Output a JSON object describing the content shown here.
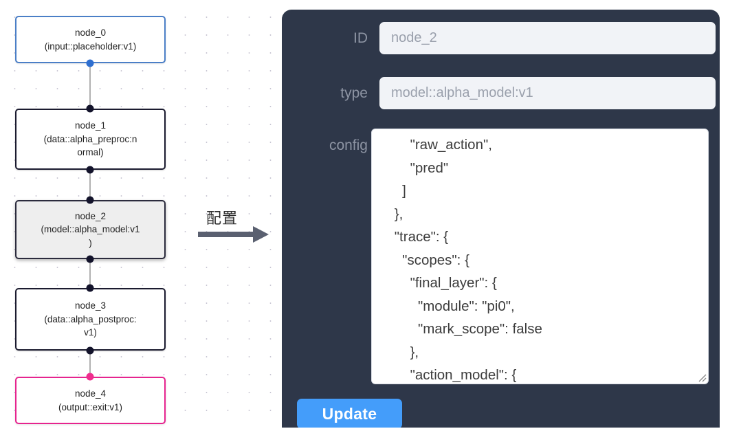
{
  "canvas": {
    "background_color": "#ffffff",
    "dot_color": "#c9c7d4"
  },
  "graph": {
    "nodes": [
      {
        "id": "node_0",
        "label": "node_0\n(input::placeholder:v1)",
        "title": "node_0",
        "type": "input::placeholder:v1",
        "state": "input",
        "border_color": "#4b7fc7",
        "handle_color": "#2f6fd0"
      },
      {
        "id": "node_1",
        "label": "node_1\n(data::alpha_preproc:n\normal)",
        "title": "node_1",
        "type": "data::alpha_preproc:normal",
        "state": "default",
        "border_color": "#1b1b2f",
        "handle_color": "#13132b"
      },
      {
        "id": "node_2",
        "label": "node_2\n(model::alpha_model:v1\n)",
        "title": "node_2",
        "type": "model::alpha_model:v1",
        "state": "selected",
        "border_color": "#2b2b3d",
        "handle_color": "#13132b"
      },
      {
        "id": "node_3",
        "label": "node_3\n(data::alpha_postproc:\nv1)",
        "title": "node_3",
        "type": "data::alpha_postproc:v1",
        "state": "default",
        "border_color": "#1b1b2f",
        "handle_color": "#13132b"
      },
      {
        "id": "node_4",
        "label": "node_4\n(output::exit:v1)",
        "title": "node_4",
        "type": "output::exit:v1",
        "state": "output",
        "border_color": "#e6248f",
        "handle_color": "#ef2d8e"
      }
    ],
    "edges": [
      {
        "from": "node_0",
        "to": "node_1"
      },
      {
        "from": "node_1",
        "to": "node_2"
      },
      {
        "from": "node_2",
        "to": "node_3"
      },
      {
        "from": "node_3",
        "to": "node_4"
      }
    ]
  },
  "flow": {
    "label": "配置",
    "arrow_color": "#5a6070"
  },
  "panel": {
    "background_color": "#2e3749",
    "fields": {
      "id": {
        "label": "ID",
        "value": "node_2"
      },
      "type": {
        "label": "type",
        "value": "model::alpha_model:v1"
      },
      "config": {
        "label": "config",
        "value": "        \"raw_action\",\n        \"pred\"\n      ]\n    },\n    \"trace\": {\n      \"scopes\": {\n        \"final_layer\": {\n          \"module\": \"pi0\",\n          \"mark_scope\": false\n        },\n        \"action_model\": {"
      }
    },
    "update_button": {
      "label": "Update",
      "color": "#449dfa"
    }
  }
}
